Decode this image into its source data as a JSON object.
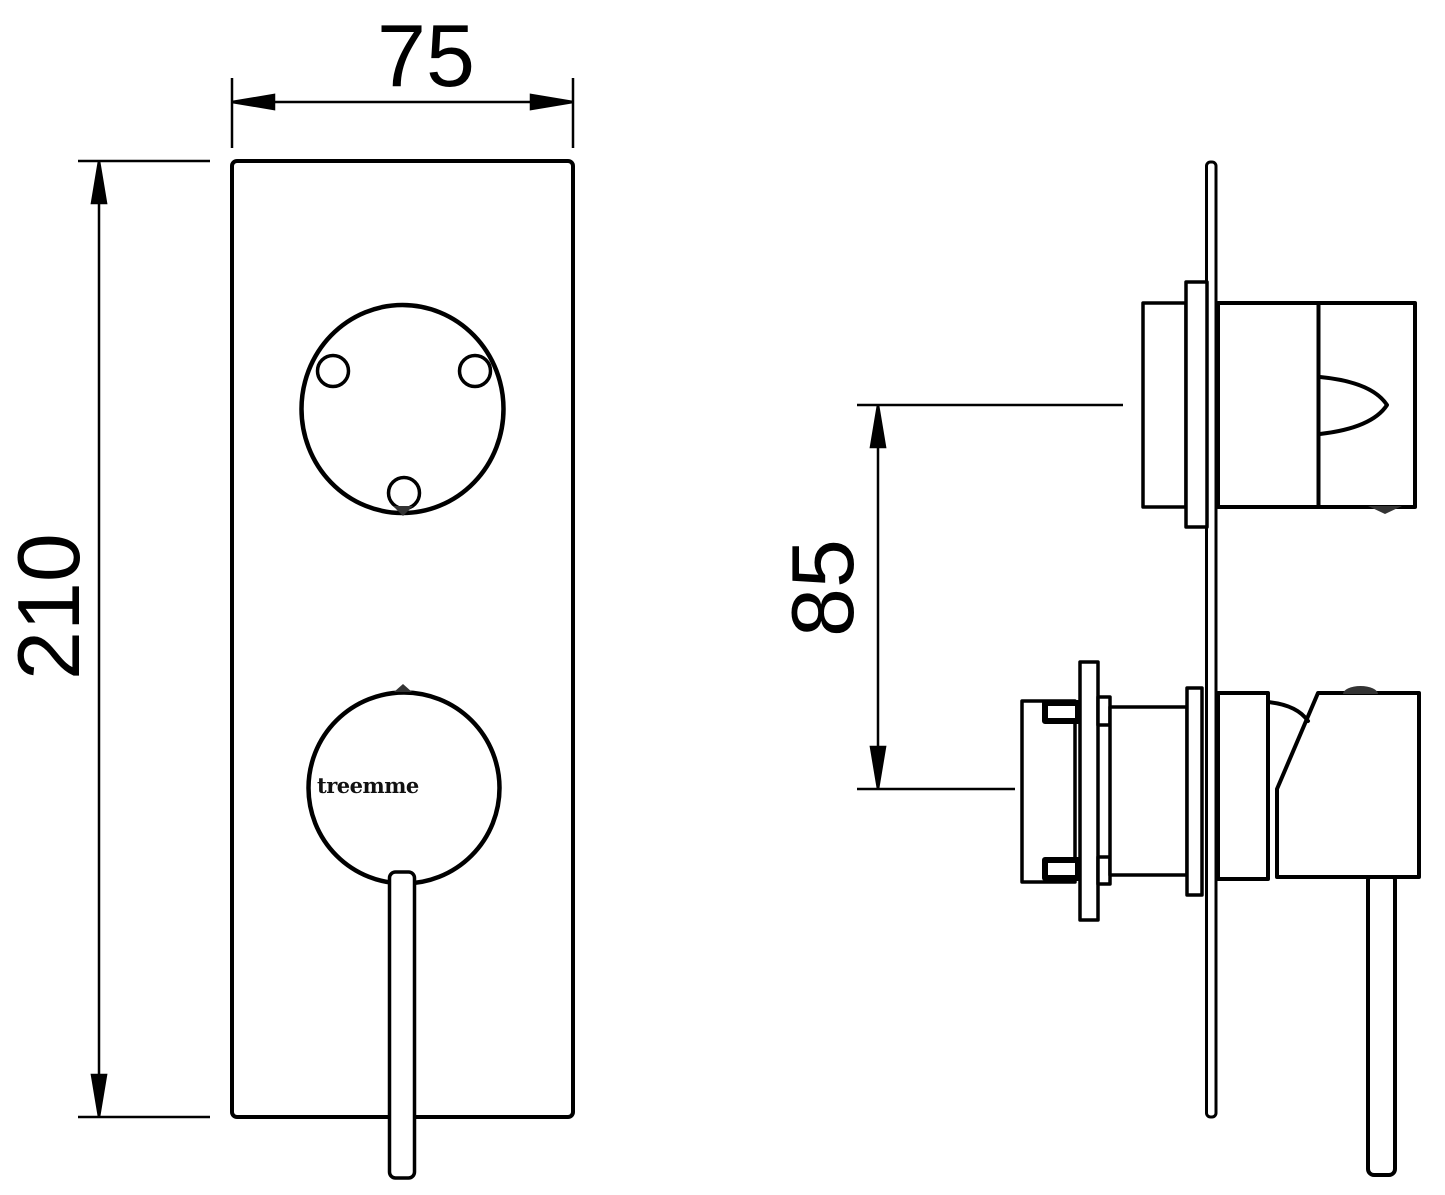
{
  "drawing": {
    "type": "technical-dimension-drawing",
    "subject": "built-in shower mixer with diverter, front and side views",
    "colors": {
      "line": "#000000",
      "background": "#ffffff",
      "notch_fill": "#333333"
    },
    "front_view": {
      "logo": "treemme",
      "dimension_width": "75",
      "dimension_height": "210"
    },
    "side_view": {
      "dimension_center_distance": "85"
    }
  }
}
